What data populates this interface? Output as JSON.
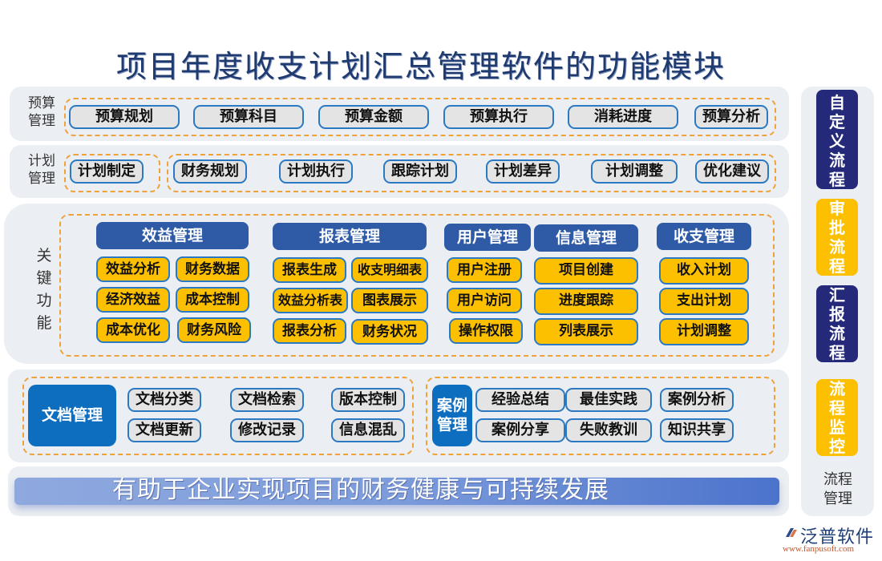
{
  "title": "项目年度收支计划汇总管理软件的功能模块",
  "budget": {
    "label": "预算\n管理",
    "items": [
      "预算规划",
      "预算科目",
      "预算金额",
      "预算执行",
      "消耗进度",
      "预算分析"
    ]
  },
  "plan": {
    "label": "计划\n管理",
    "first": "计划制定",
    "items": [
      "财务规划",
      "计划执行",
      "跟踪计划",
      "计划差异",
      "计划调整",
      "优化建议"
    ]
  },
  "key": {
    "label": "关\n键\n功\n能",
    "groups": [
      {
        "head": "效益管理",
        "items": [
          "效益分析",
          "财务数据",
          "经济效益",
          "成本控制",
          "成本优化",
          "财务风险"
        ]
      },
      {
        "head": "报表管理",
        "items": [
          "报表生成",
          "收支明细表",
          "效益分析表",
          "图表展示",
          "报表分析",
          "财务状况"
        ]
      },
      {
        "head": "用户管理",
        "items": [
          "用户注册",
          "用户访问",
          "操作权限"
        ]
      },
      {
        "head": "信息管理",
        "items": [
          "项目创建",
          "进度跟踪",
          "列表展示"
        ]
      },
      {
        "head": "收支管理",
        "items": [
          "收入计划",
          "支出计划",
          "计划调整"
        ]
      }
    ]
  },
  "docs": {
    "head": "文档管理",
    "items": [
      "文档分类",
      "文档检索",
      "版本控制",
      "文档更新",
      "修改记录",
      "信息混乱"
    ]
  },
  "cases": {
    "head": "案例\n管理",
    "items": [
      "经验总结",
      "最佳实践",
      "案例分析",
      "案例分享",
      "失败教训",
      "知识共享"
    ]
  },
  "banner": "有助于企业实现项目的财务健康与可持续发展",
  "flow": {
    "items": [
      {
        "label": "自定义流程",
        "color": "#25297a"
      },
      {
        "label": "审批流程",
        "color": "#fcc000"
      },
      {
        "label": "汇报流程",
        "color": "#25297a"
      },
      {
        "label": "流程监控",
        "color": "#fcc000"
      }
    ],
    "footer": "流程\n管理"
  },
  "logo": {
    "brand": "泛普软件",
    "url": "www.fanpusoft.com"
  },
  "colors": {
    "navy": "#25297a",
    "gold": "#fcc000",
    "blue": "#2e5aa6",
    "dash": "#f0a23a",
    "band": "#ebeef2"
  }
}
